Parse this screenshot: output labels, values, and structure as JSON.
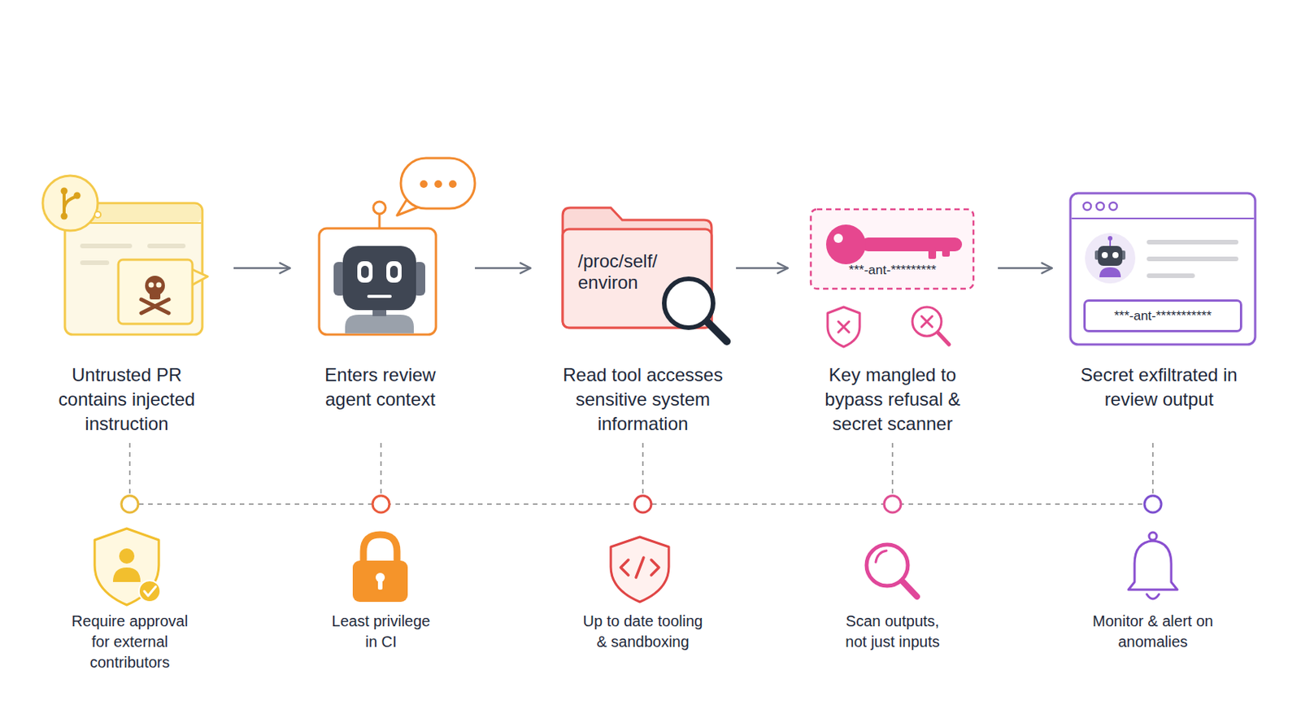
{
  "diagram": {
    "nodes": [
      {
        "text": [
          "Untrusted PR contains injected instruction"
        ]
      },
      {
        "text": [
          "Enters review agent context"
        ]
      },
      {
        "text": [
          "/proc/self/ environ",
          "Read tool accesses sensitive system information"
        ]
      },
      {
        "text": [
          "***-ant-*********",
          "Key mangled to bypass refusal & secret scanner"
        ]
      },
      {
        "text": [
          "Secret exfiltrated in review output"
        ]
      },
      {
        "text": [
          "***-ant-***********"
        ],
        "in": 4
      },
      {
        "text": [
          "Require approval for external contributors"
        ]
      },
      {
        "text": [
          "Least privilege in CI"
        ]
      },
      {
        "text": [
          "Up to date tooling & sandboxing"
        ]
      },
      {
        "text": [
          "Scan outputs, not just inputs"
        ]
      },
      {
        "text": [
          "Monitor & alert on anomalies"
        ]
      }
    ],
    "edges": [
      {
        "from": 0,
        "to": 1,
        "arrow": "to"
      },
      {
        "from": 1,
        "to": 2,
        "arrow": "to"
      },
      {
        "from": 2,
        "to": 3,
        "arrow": "to"
      },
      {
        "from": 3,
        "to": 4,
        "arrow": "to"
      },
      {
        "from": 0,
        "to": 6,
        "arrow": "none"
      },
      {
        "from": 1,
        "to": 7,
        "arrow": "none"
      },
      {
        "from": 2,
        "to": 8,
        "arrow": "none"
      },
      {
        "from": 3,
        "to": 9,
        "arrow": "none"
      },
      {
        "from": 4,
        "to": 10,
        "arrow": "none"
      }
    ]
  }
}
